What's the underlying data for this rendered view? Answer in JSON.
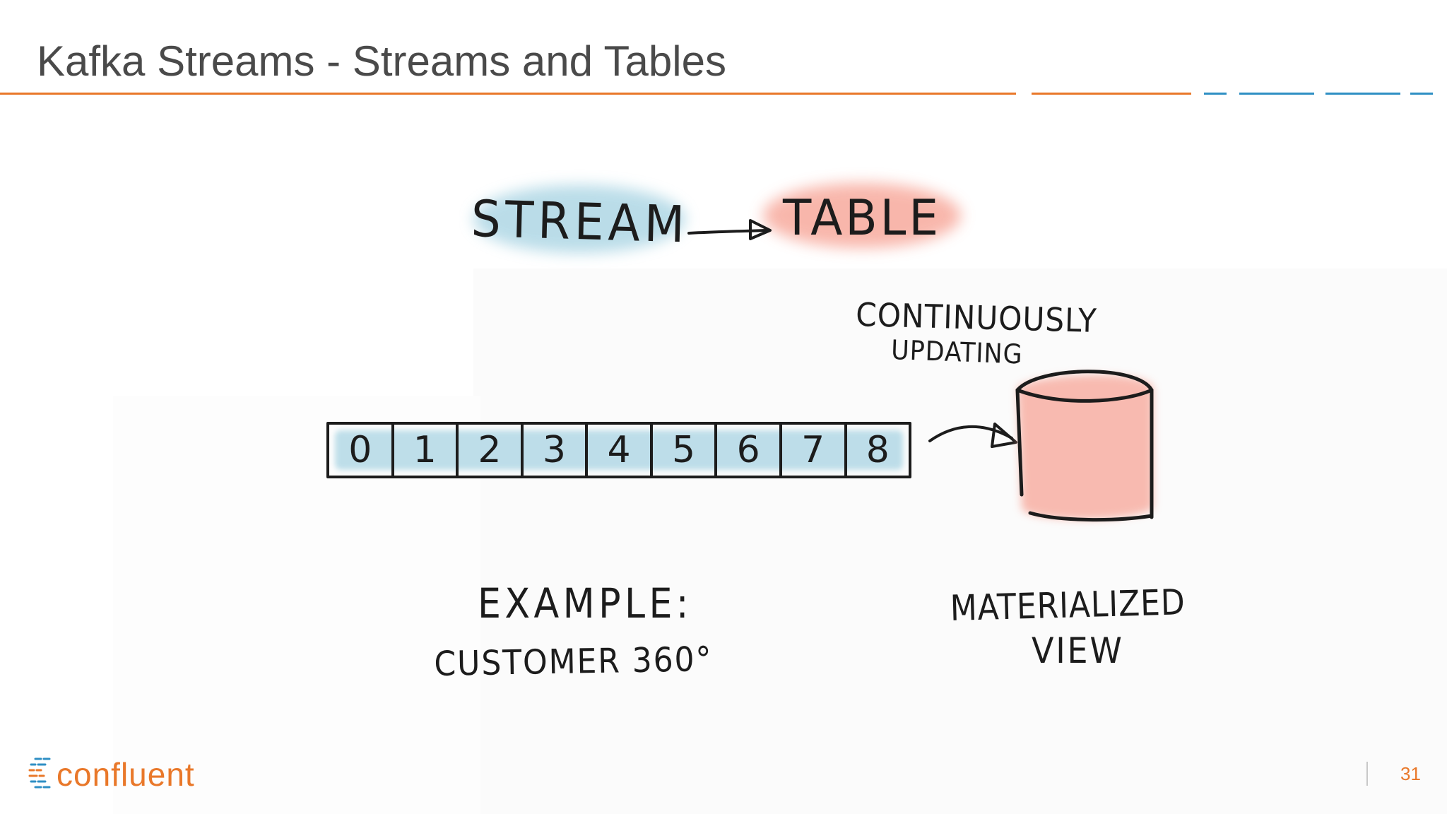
{
  "slide": {
    "title": "Kafka Streams - Streams and Tables",
    "page_number": "31"
  },
  "diagram": {
    "source_label": "STREAM",
    "target_label": "TABLE",
    "log_offsets": [
      "0",
      "1",
      "2",
      "3",
      "4",
      "5",
      "6",
      "7",
      "8"
    ],
    "table_note_line1": "CONTINUOUSLY",
    "table_note_line2": "UPDATING",
    "example_heading": "EXAMPLE:",
    "example_text": "CUSTOMER 360°",
    "table_caption_line1": "MATERIALIZED",
    "table_caption_line2": "VIEW"
  },
  "brand": {
    "logo_text": "confluent",
    "logo_icon": "confluent-logo-icon",
    "accent_color": "#e9782a",
    "secondary_color": "#2f8fc4",
    "stream_wash_color": "#a9d4e3",
    "table_wash_color": "#f7a597"
  }
}
